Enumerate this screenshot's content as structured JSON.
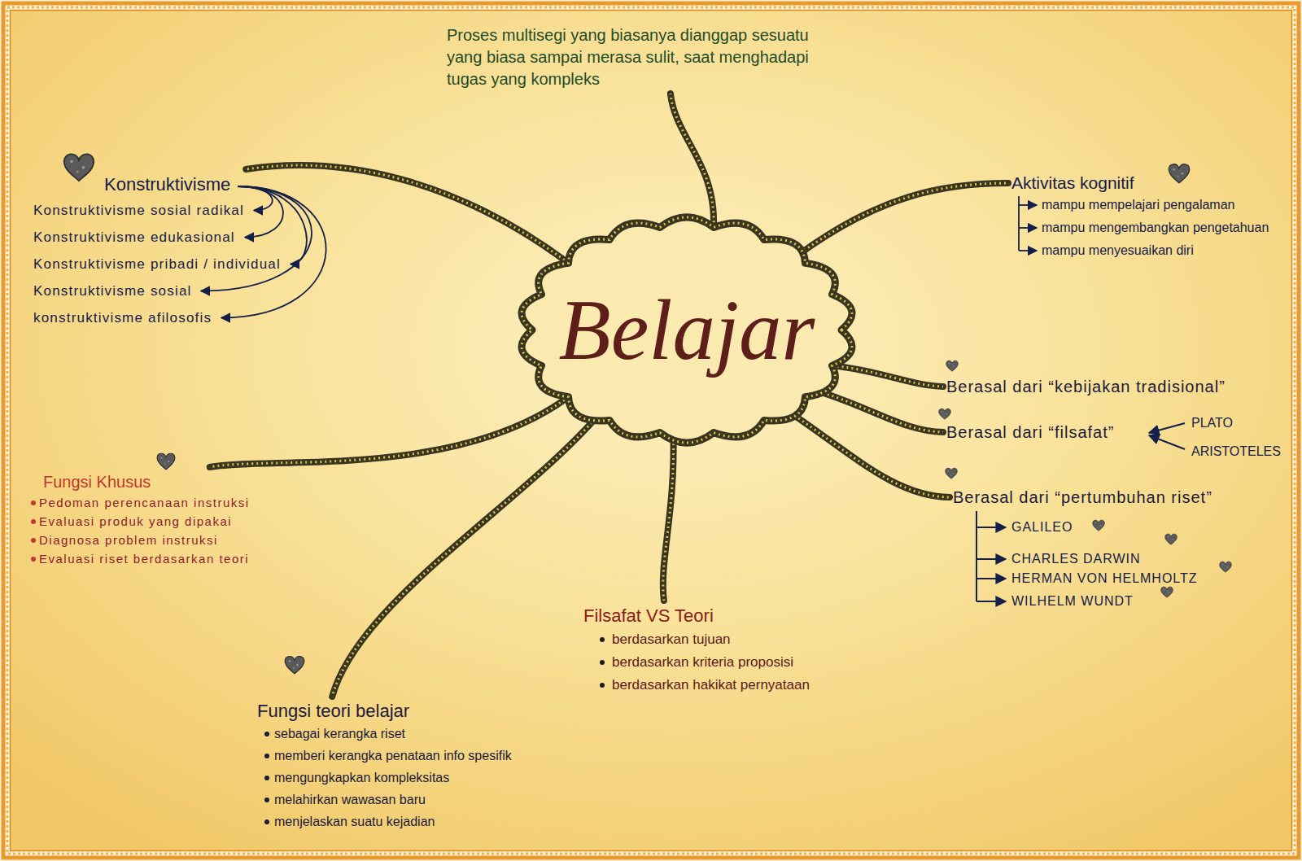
{
  "diagram": {
    "nodes": [
      {
        "text": [
          "Belajar"
        ]
      },
      {
        "text": [
          "Proses multisegi yang biasanya dianggap sesuatu yang biasa sampai merasa sulit, saat menghadapi tugas yang kompleks"
        ]
      },
      {
        "text": [
          "Konstruktivisme",
          "Konstruktivisme sosial radikal",
          "Konstruktivisme edukasional",
          "Konstruktivisme pribadi / individual",
          "Konstruktivisme sosial",
          "konstruktivisme afilosofis"
        ]
      },
      {
        "text": [
          "Aktivitas kognitif",
          "mampu mempelajari pengalaman",
          "mampu mengembangkan pengetahuan",
          "mampu menyesuaikan diri"
        ]
      },
      {
        "text": [
          "Berasal dari “kebijakan tradisional”"
        ]
      },
      {
        "text": [
          "Berasal dari “filsafat”"
        ]
      },
      {
        "text": [
          "Berasal dari “pertumbuhan riset”"
        ]
      },
      {
        "text": [
          "Fungsi Khusus",
          "Pedoman perencanaan instruksi",
          "Evaluasi produk yang dipakai",
          "Diagnosa problem instruksi",
          "Evaluasi riset berdasarkan teori"
        ]
      },
      {
        "text": [
          "Filsafat VS Teori",
          "berdasarkan tujuan",
          "berdasarkan kriteria proposisi",
          "berdasarkan hakikat pernyataan"
        ]
      },
      {
        "text": [
          "Fungsi teori belajar",
          "sebagai kerangka riset",
          "memberi kerangka penataan info spesifik",
          "mengungkapkan kompleksitas",
          "melahirkan wawasan baru",
          "menjelaskan suatu kejadian"
        ]
      }
    ],
    "edges": [
      {
        "from": 0,
        "to": 1,
        "arrow": "none"
      },
      {
        "from": 0,
        "to": 2,
        "arrow": "none"
      },
      {
        "from": 0,
        "to": 3,
        "arrow": "none"
      },
      {
        "from": 0,
        "to": 4,
        "arrow": "none"
      },
      {
        "from": 0,
        "to": 5,
        "arrow": "none"
      },
      {
        "from": 0,
        "to": 6,
        "arrow": "none"
      },
      {
        "from": 0,
        "to": 7,
        "arrow": "none"
      },
      {
        "from": 0,
        "to": 8,
        "arrow": "none"
      },
      {
        "from": 0,
        "to": 9,
        "arrow": "none"
      }
    ],
    "labels": [
      "PLATO",
      "ARISTOTELES",
      "GALILEO",
      "CHARLES DARWIN",
      "HERMAN VON HELMHOLTZ",
      "WILHELM WUNDT"
    ]
  }
}
